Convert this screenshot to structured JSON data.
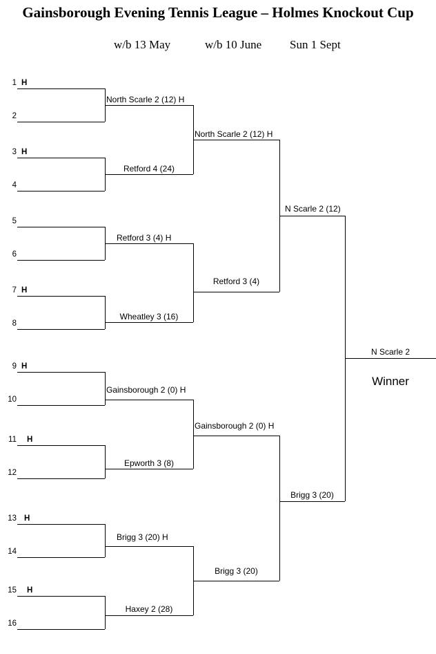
{
  "title": "Gainsborough Evening Tennis League – Holmes Knockout Cup",
  "round_headers": [
    {
      "label": "w/b 13 May"
    },
    {
      "label": "w/b 10 June"
    },
    {
      "label": "Sun 1 Sept"
    }
  ],
  "seeds": [
    {
      "number": "1",
      "home": "H"
    },
    {
      "number": "2",
      "home": ""
    },
    {
      "number": "3",
      "home": "H"
    },
    {
      "number": "4",
      "home": ""
    },
    {
      "number": "5",
      "home": ""
    },
    {
      "number": "6",
      "home": ""
    },
    {
      "number": "7",
      "home": "H"
    },
    {
      "number": "8",
      "home": ""
    },
    {
      "number": "9",
      "home": "H"
    },
    {
      "number": "10",
      "home": ""
    },
    {
      "number": "11",
      "home": "H"
    },
    {
      "number": "12",
      "home": ""
    },
    {
      "number": "13",
      "home": "H"
    },
    {
      "number": "14",
      "home": ""
    },
    {
      "number": "15",
      "home": "H"
    },
    {
      "number": "16",
      "home": ""
    }
  ],
  "round2": [
    {
      "label": "North Scarle 2 (12)  H"
    },
    {
      "label": "Retford 4  (24)"
    },
    {
      "label": "Retford 3 (4) H"
    },
    {
      "label": "Wheatley 3 (16)"
    },
    {
      "label": "Gainsborough 2 (0) H"
    },
    {
      "label": "Epworth 3 (8)"
    },
    {
      "label": "Brigg 3 (20) H"
    },
    {
      "label": "Haxey 2 (28)"
    }
  ],
  "round3": [
    {
      "label": "North Scarle 2 (12) H"
    },
    {
      "label": "Retford 3 (4)"
    },
    {
      "label": "Gainsborough 2 (0) H"
    },
    {
      "label": "Brigg 3 (20)"
    }
  ],
  "semifinals": [
    {
      "label": "N Scarle 2 (12)"
    },
    {
      "label": "Brigg 3 (20)"
    }
  ],
  "final": {
    "winner_name": "N Scarle 2",
    "winner_caption": "Winner"
  },
  "colors": {
    "line": "#000000",
    "text": "#000000",
    "background": "#ffffff"
  }
}
